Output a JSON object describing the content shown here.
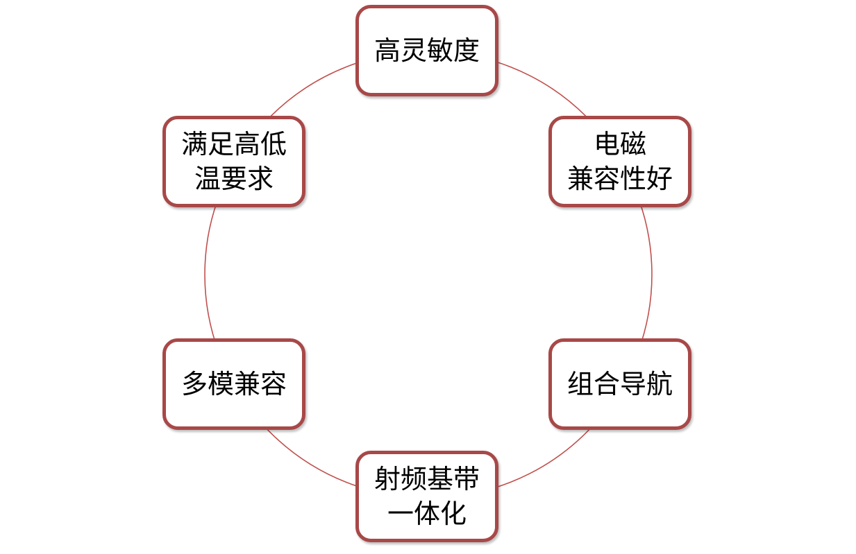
{
  "diagram": {
    "type": "cycle",
    "ring_color": "#c0504d",
    "node_border_color": "#a84848",
    "nodes": [
      {
        "id": "top",
        "label": "高灵敏度"
      },
      {
        "id": "upper-right",
        "label": "电磁\n兼容性好"
      },
      {
        "id": "lower-right",
        "label": "组合导航"
      },
      {
        "id": "bottom",
        "label": "射频基带\n一体化"
      },
      {
        "id": "lower-left",
        "label": "多模兼容"
      },
      {
        "id": "upper-left",
        "label": "满足高低\n温要求"
      }
    ]
  }
}
